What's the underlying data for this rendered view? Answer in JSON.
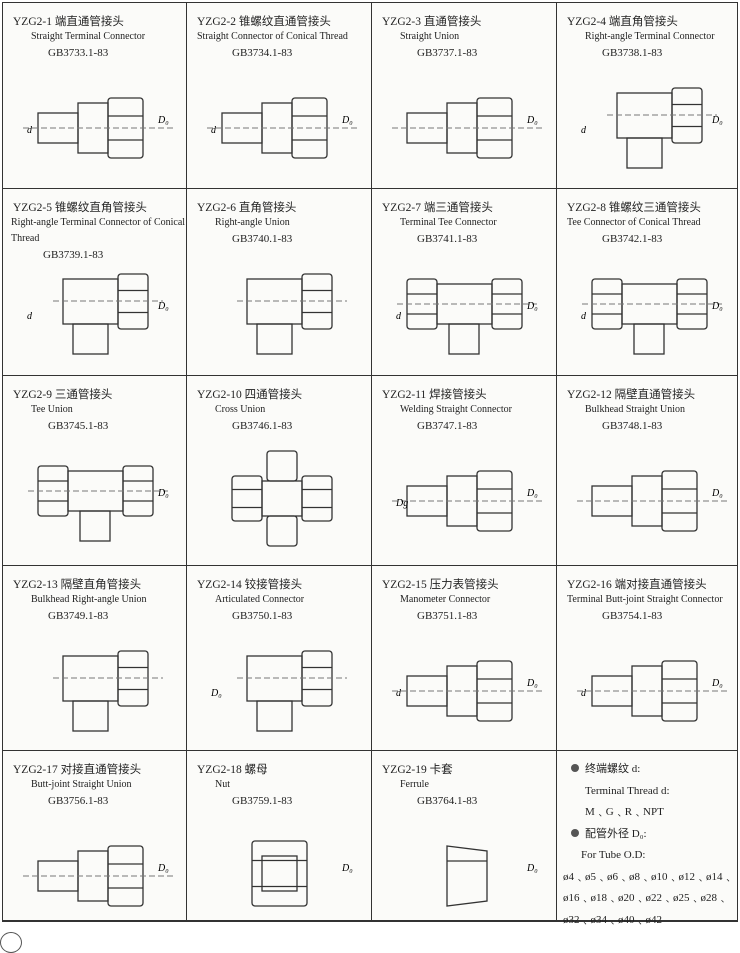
{
  "items": [
    {
      "code": "YZG2-1",
      "cn": "端直通管接头",
      "en": "Straight Terminal Connector",
      "gb": "GB3733.1-83",
      "dims": [
        "d",
        "D₀"
      ]
    },
    {
      "code": "YZG2-2",
      "cn": "锥螺纹直通管接头",
      "en": "Straight Connector of Conical Thread",
      "gb": "GB3734.1-83",
      "dims": [
        "d",
        "D₀"
      ]
    },
    {
      "code": "YZG2-3",
      "cn": "直通管接头",
      "en": "Straight Union",
      "gb": "GB3737.1-83",
      "dims": [
        "",
        "D₀"
      ]
    },
    {
      "code": "YZG2-4",
      "cn": "端直角管接头",
      "en": "Right-angle Terminal Connector",
      "gb": "GB3738.1-83",
      "dims": [
        "d",
        "D₀"
      ]
    },
    {
      "code": "YZG2-5",
      "cn": "锥螺纹直角管接头",
      "en": "Right-angle Terminal Connector of Conical",
      "en2": "Thread",
      "gb": "GB3739.1-83",
      "dims": [
        "d",
        "D₀"
      ]
    },
    {
      "code": "YZG2-6",
      "cn": "直角管接头",
      "en": "Right-angle Union",
      "gb": "GB3740.1-83",
      "dims": [
        "",
        ""
      ]
    },
    {
      "code": "YZG2-7",
      "cn": "端三通管接头",
      "en": "Terminal Tee Connector",
      "gb": "GB3741.1-83",
      "dims": [
        "d",
        "D₀"
      ]
    },
    {
      "code": "YZG2-8",
      "cn": "锥螺纹三通管接头",
      "en": "Tee Connector of Conical Thread",
      "gb": "GB3742.1-83",
      "dims": [
        "d",
        "D₀"
      ]
    },
    {
      "code": "YZG2-9",
      "cn": "三通管接头",
      "en": "Tee Union",
      "gb": "GB3745.1-83",
      "dims": [
        "",
        "D₀"
      ]
    },
    {
      "code": "YZG2-10",
      "cn": "四通管接头",
      "en": "Cross Union",
      "gb": "GB3746.1-83",
      "dims": [
        "",
        ""
      ]
    },
    {
      "code": "YZG2-11",
      "cn": "焊接管接头",
      "en": "Welding Straight Connector",
      "gb": "GB3747.1-83",
      "dims": [
        "Dg",
        "D₀"
      ]
    },
    {
      "code": "YZG2-12",
      "cn": "隔壁直通管接头",
      "en": "Bulkhead Straight Union",
      "gb": "GB3748.1-83",
      "dims": [
        "",
        "D₀"
      ]
    },
    {
      "code": "YZG2-13",
      "cn": "隔壁直角管接头",
      "en": "Bulkhead Right-angle Union",
      "gb": "GB3749.1-83",
      "dims": [
        "",
        ""
      ]
    },
    {
      "code": "YZG2-14",
      "cn": "铰接管接头",
      "en": "Articulated Connector",
      "gb": "GB3750.1-83",
      "dims": [
        "D₀",
        ""
      ]
    },
    {
      "code": "YZG2-15",
      "cn": "压力表管接头",
      "en": "Manometer Connector",
      "gb": "GB3751.1-83",
      "dims": [
        "d",
        "D₀"
      ]
    },
    {
      "code": "YZG2-16",
      "cn": "端对接直通管接头",
      "en": "Terminal Butt-joint Straight Connector",
      "gb": "GB3754.1-83",
      "dims": [
        "d",
        "D₀"
      ]
    },
    {
      "code": "YZG2-17",
      "cn": "对接直通管接头",
      "en": "Butt-joint Straight Union",
      "gb": "GB3756.1-83",
      "dims": [
        "",
        "D₀"
      ]
    },
    {
      "code": "YZG2-18",
      "cn": "螺母",
      "en": "Nut",
      "gb": "GB3759.1-83",
      "dims": [
        "",
        "D₀"
      ]
    },
    {
      "code": "YZG2-19",
      "cn": "卡套",
      "en": "Ferrule",
      "gb": "GB3764.1-83",
      "dims": [
        "",
        "D₀"
      ]
    }
  ],
  "notes": {
    "thread_cn": "终端螺纹 d:",
    "thread_en": "Terminal Thread d:",
    "thread_types": "M﹑G﹑R﹑NPT",
    "tube_cn": "配管外径 D₀:",
    "tube_en": "For Tube O.D:",
    "sizes1": "ø4﹑ø5﹑ø6﹑ø8﹑ø10﹑ø12﹑ø14﹑",
    "sizes2": "ø16﹑ø18﹑ø20﹑ø22﹑ø25﹑ø28﹑",
    "sizes3": "ø32﹑ø34﹑ø40﹑ø42"
  }
}
